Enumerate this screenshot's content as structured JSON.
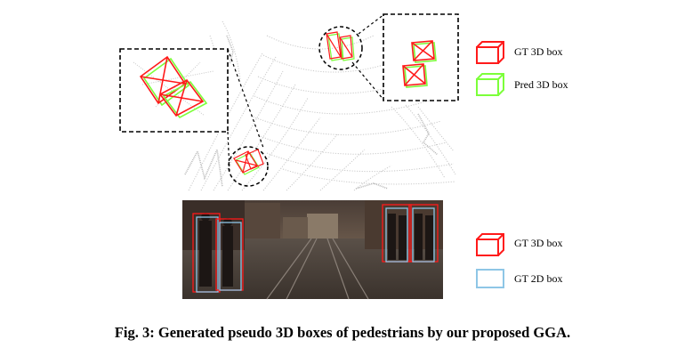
{
  "figure": {
    "legend_top": [
      {
        "label": "GT 3D box",
        "color": "#ff1a1a",
        "icon": "cube-icon"
      },
      {
        "label": "Pred 3D box",
        "color": "#7cff3a",
        "icon": "cube-icon"
      }
    ],
    "legend_bottom": [
      {
        "label": "GT 3D box",
        "color": "#ff1a1a",
        "icon": "cube-icon"
      },
      {
        "label": "GT 2D box",
        "color": "#8ec6e6",
        "icon": "rectangle-icon"
      }
    ],
    "caption": "Fig. 3: Generated pseudo 3D boxes of pedestrians by our proposed GGA."
  }
}
